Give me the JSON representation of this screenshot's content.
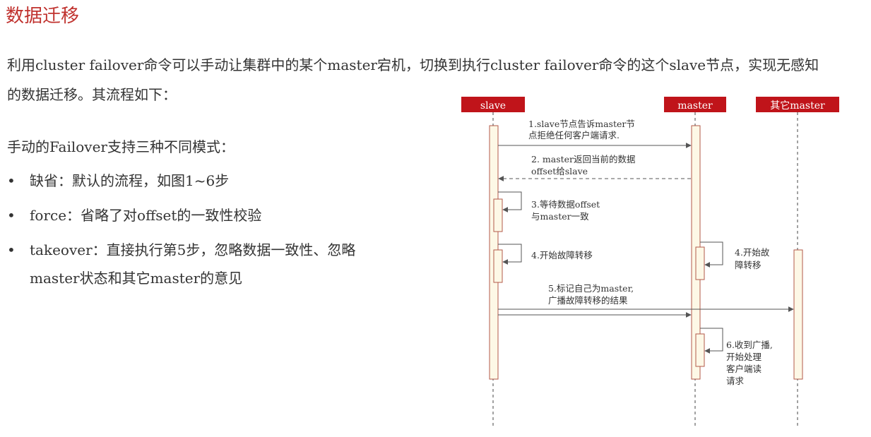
{
  "heading": "数据迁移",
  "intro": {
    "line1": "利用cluster failover命令可以手动让集群中的某个master宕机，切换到执行cluster failover命令的这个slave节点，实现无感知",
    "line2": "的数据迁移。其流程如下："
  },
  "modes": {
    "label": "手动的Failover支持三种不同模式：",
    "items": [
      {
        "text": "缺省：默认的流程，如图1~6步"
      },
      {
        "text": "force：省略了对offset的一致性校验"
      },
      {
        "text": "takeover：直接执行第5步，忽略数据一致性、忽略"
      }
    ],
    "continuation": "master状态和其它master的意见"
  },
  "diagram": {
    "participants": {
      "slave": "slave",
      "master": "master",
      "other": "其它master"
    },
    "steps": {
      "s1_line1": "1.slave节点告诉master节",
      "s1_line2": "点拒绝任何客户端请求.",
      "s2_line1": "2. master返回当前的数据",
      "s2_line2": "offset给slave",
      "s3_line1": "3.等待数据offset",
      "s3_line2": "与master一致",
      "s4_slave": "4.开始故障转移",
      "s4_master_line1": "4.开始故",
      "s4_master_line2": "障转移",
      "s5_line1": "5.标记自己为master,",
      "s5_line2": "广播故障转移的结果",
      "s6_line1": "6.收到广播,",
      "s6_line2": "开始处理",
      "s6_line3": "客户端读",
      "s6_line4": "请求"
    },
    "colors": {
      "header_bg": "#c0141a",
      "activation_fill": "#fdf8e6",
      "activation_stroke": "#b35a4a",
      "arrow": "#555555",
      "title": "#c0322e"
    }
  }
}
